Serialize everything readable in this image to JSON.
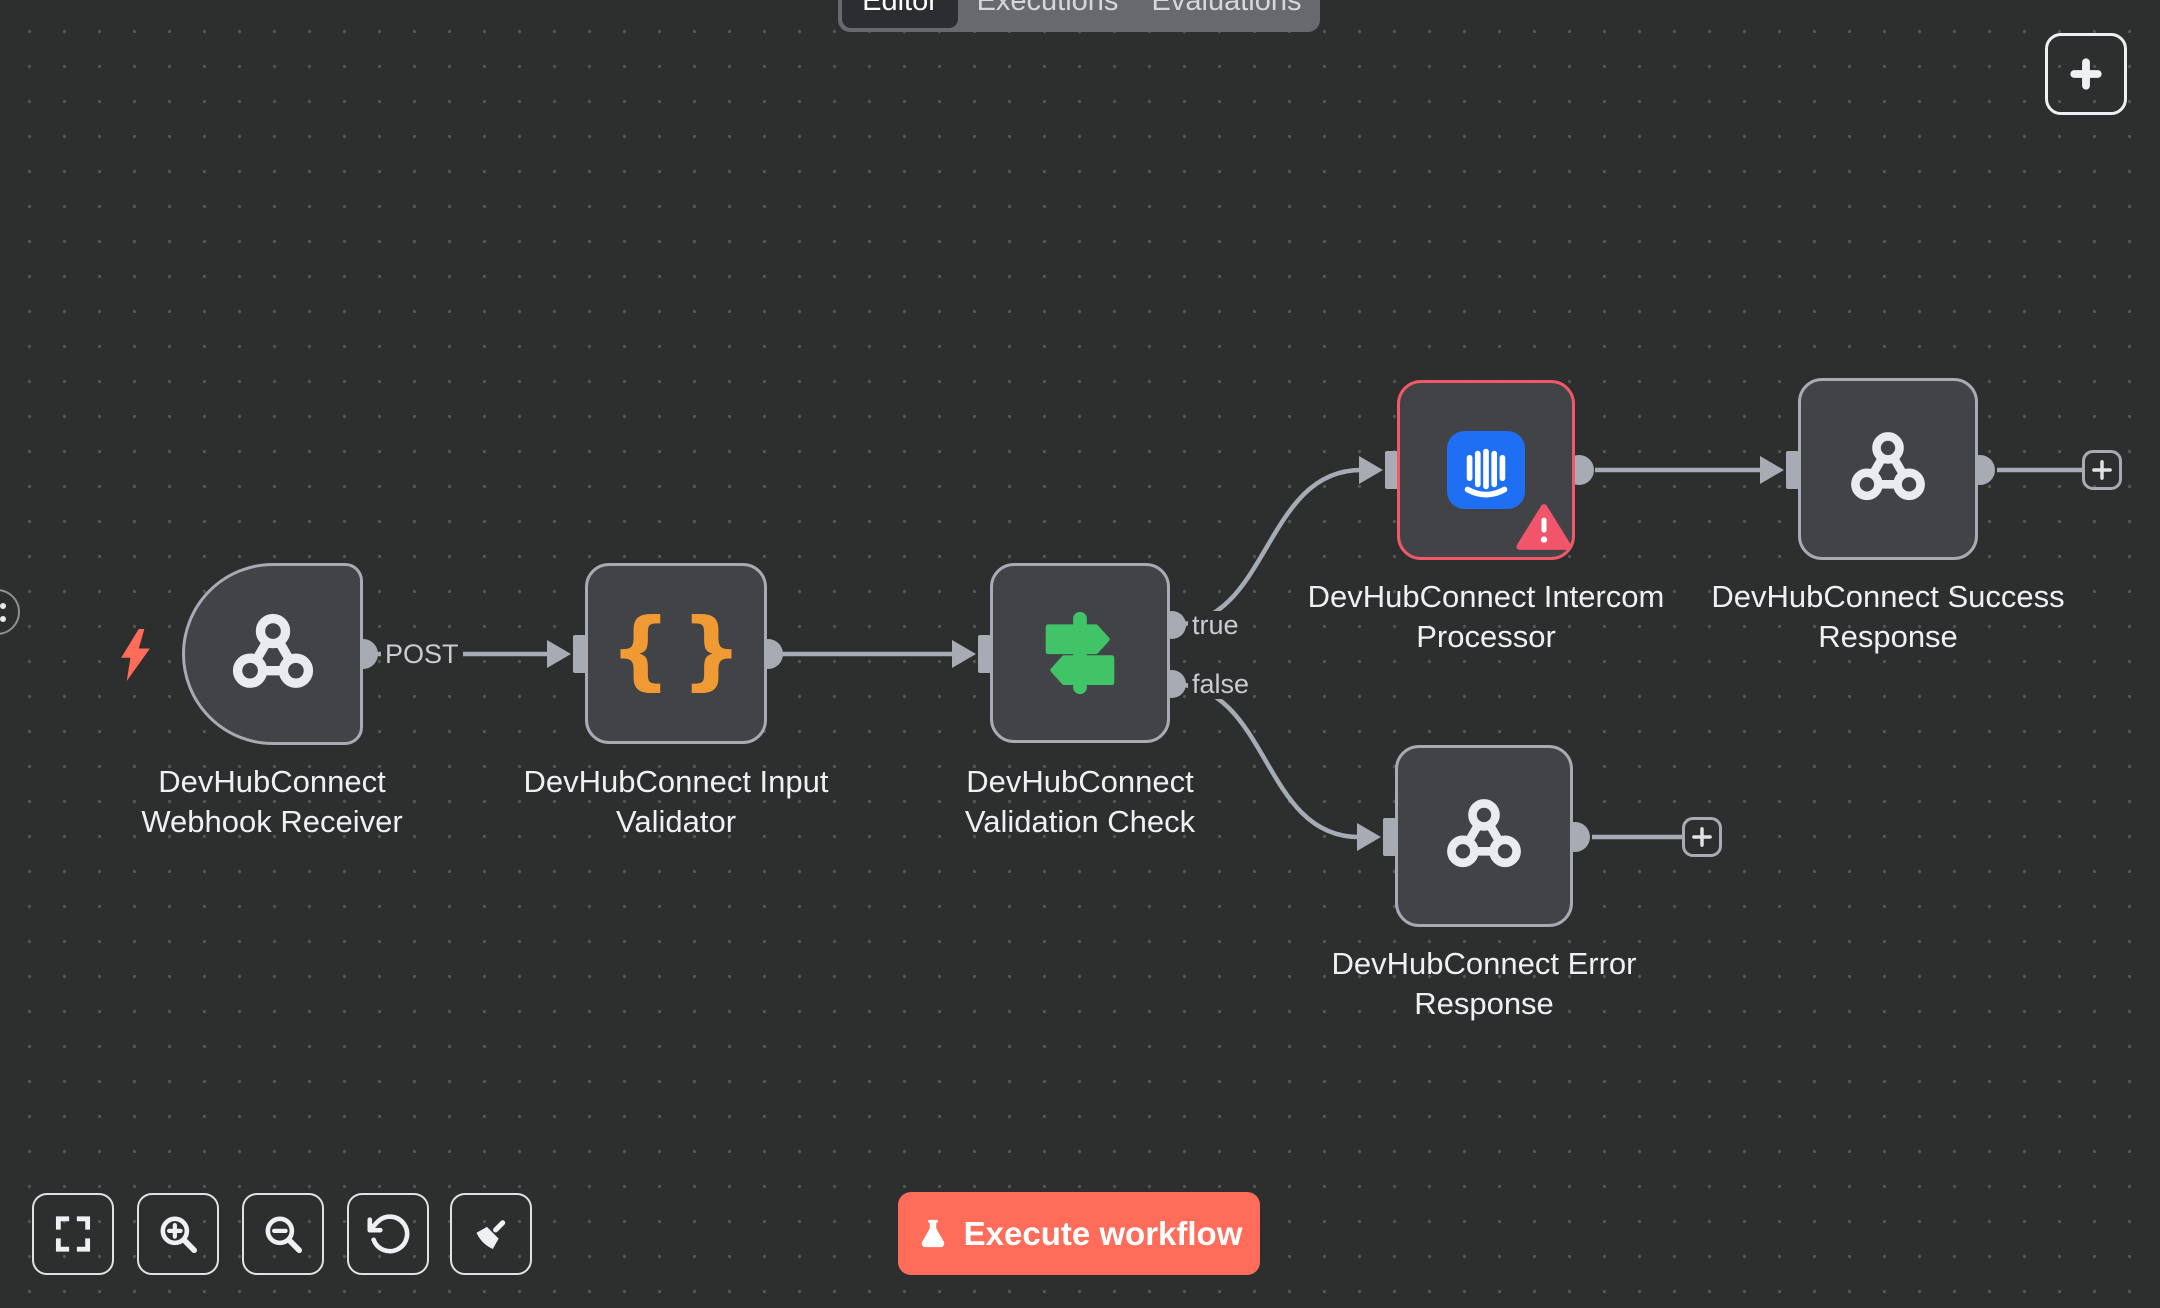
{
  "header": {
    "tabs": [
      {
        "label": "Editor",
        "active": true
      },
      {
        "label": "Executions",
        "active": false
      },
      {
        "label": "Evaluations",
        "active": false
      }
    ]
  },
  "nodes": {
    "webhook": {
      "label": "DevHubConnect Webhook Receiver",
      "method": "POST",
      "icon": "webhook-icon",
      "trigger": true
    },
    "validator": {
      "label": "DevHubConnect Input Validator",
      "glyph": "{}",
      "icon": "code-braces-icon"
    },
    "check": {
      "label": "DevHubConnect Validation Check",
      "icon": "signpost-icon",
      "true_label": "true",
      "false_label": "false"
    },
    "intercom": {
      "label": "DevHubConnect Intercom Processor",
      "icon": "intercom-icon",
      "status": "error",
      "status_icon": "warning-triangle-icon"
    },
    "success": {
      "label": "DevHubConnect Success Response",
      "icon": "webhook-respond-icon"
    },
    "error": {
      "label": "DevHubConnect Error Response",
      "icon": "webhook-respond-icon"
    }
  },
  "controls": {
    "zoom_to_fit": "zoom-to-fit-icon",
    "zoom_in": "zoom-in-icon",
    "zoom_out": "zoom-out-icon",
    "reset_zoom": "undo-icon",
    "tidy_up": "tidy-up-icon"
  },
  "execute": {
    "label": "Execute workflow",
    "icon": "flask-icon"
  },
  "colors": {
    "canvas_bg": "#2d2e2e",
    "node_bg": "#414347",
    "node_border": "#a6abb4",
    "error_border": "#f05a68",
    "edge": "#a6acb5",
    "accent": "#ff6d5a",
    "intercom_blue": "#1f6ff5",
    "if_green": "#41c368",
    "code_orange": "#f09a33",
    "warning_red": "#f1556b"
  }
}
